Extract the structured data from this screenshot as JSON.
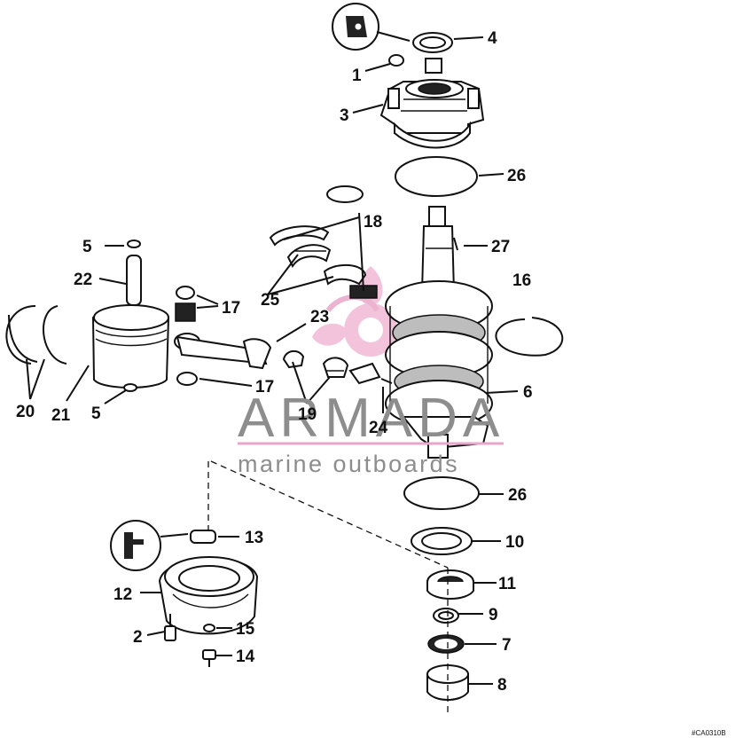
{
  "callouts": [
    {
      "id": "c1",
      "text": "1"
    },
    {
      "id": "c2",
      "text": "2"
    },
    {
      "id": "c3",
      "text": "3"
    },
    {
      "id": "c4",
      "text": "4"
    },
    {
      "id": "c5a",
      "text": "5"
    },
    {
      "id": "c5b",
      "text": "5"
    },
    {
      "id": "c6",
      "text": "6"
    },
    {
      "id": "c7",
      "text": "7"
    },
    {
      "id": "c8",
      "text": "8"
    },
    {
      "id": "c9",
      "text": "9"
    },
    {
      "id": "c10",
      "text": "10"
    },
    {
      "id": "c11",
      "text": "11"
    },
    {
      "id": "c12",
      "text": "12"
    },
    {
      "id": "c13",
      "text": "13"
    },
    {
      "id": "c14",
      "text": "14"
    },
    {
      "id": "c15",
      "text": "15"
    },
    {
      "id": "c16",
      "text": "16"
    },
    {
      "id": "c17a",
      "text": "17"
    },
    {
      "id": "c17b",
      "text": "17"
    },
    {
      "id": "c18",
      "text": "18"
    },
    {
      "id": "c19",
      "text": "19"
    },
    {
      "id": "c20",
      "text": "20"
    },
    {
      "id": "c21",
      "text": "21"
    },
    {
      "id": "c22",
      "text": "22"
    },
    {
      "id": "c23",
      "text": "23"
    },
    {
      "id": "c24",
      "text": "24"
    },
    {
      "id": "c25",
      "text": "25"
    },
    {
      "id": "c26a",
      "text": "26"
    },
    {
      "id": "c26b",
      "text": "26"
    },
    {
      "id": "c27",
      "text": "27"
    }
  ],
  "watermark": {
    "title": "ARMADA",
    "subtitle": "marine outboards",
    "accent_color": "#e8a6c8",
    "text_color": "#8d8d8d"
  },
  "figure_code": "#CA0310B",
  "icons": {
    "top_badge": "sealant-tube-icon",
    "bottom_badge": "grease-gun-icon"
  }
}
